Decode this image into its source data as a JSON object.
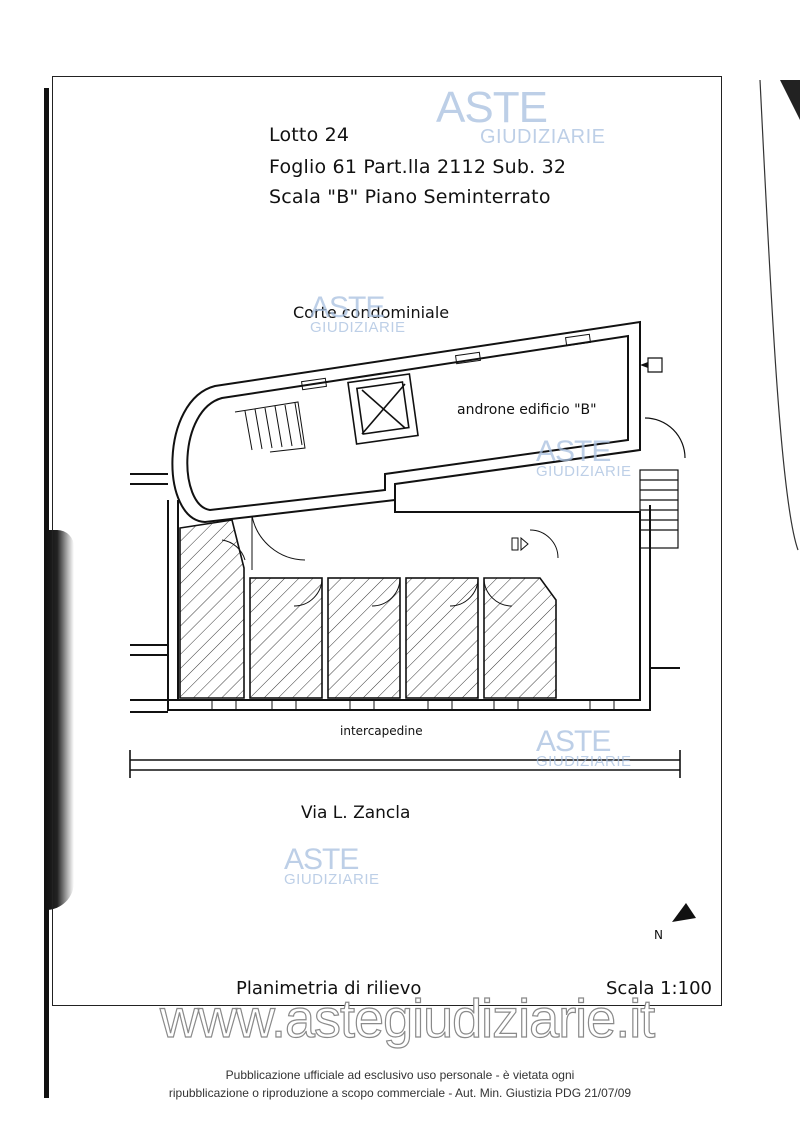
{
  "header": {
    "line1": "Lotto 24",
    "line2": "Foglio 61  Part.lla 2112  Sub. 32",
    "line3": "Scala \"B\"  Piano Seminterrato"
  },
  "plan_labels": {
    "courtyard": "Corte condominiale",
    "lobby": "androne edificio \"B\"",
    "cavity": "intercapedine",
    "street": "Via L. Zancla",
    "north": "N"
  },
  "footer_labels": {
    "survey": "Planimetria di rilievo",
    "scale": "Scala 1:100"
  },
  "watermark": {
    "brand_top": "ASTE",
    "brand_bottom": "GIUDIZIARIE",
    "site": "www.astegiudiziarie.it"
  },
  "notice": {
    "line1": "Pubblicazione ufficiale ad esclusivo uso personale - è vietata ogni",
    "line2": "ripubblicazione o riproduzione a scopo commerciale - Aut. Min. Giustizia PDG 21/07/09"
  },
  "colors": {
    "ink": "#111111",
    "watermark": "#a8c0df"
  }
}
